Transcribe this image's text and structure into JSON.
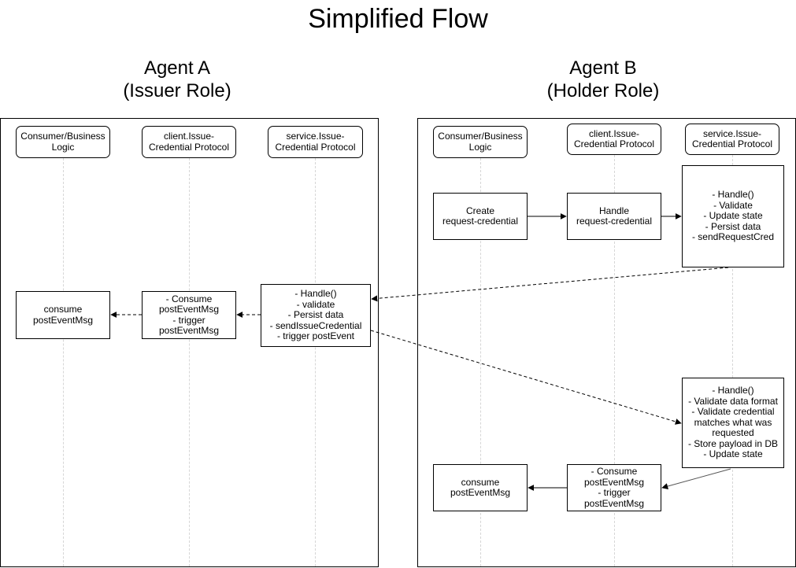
{
  "title": "Simplified Flow",
  "agent_a": {
    "heading": "Agent A\n(Issuer Role)",
    "headers": [
      "Consumer/Business\nLogic",
      "client.Issue-\nCredential Protocol",
      "service.Issue-\nCredential Protocol"
    ],
    "consume_box": "consume\npostEventMsg",
    "client_box": "- Consume\npostEventMsg\n- trigger\npostEventMsg",
    "service_box": "- Handle()\n- validate\n- Persist data\n- sendIssueCredential\n- trigger postEvent"
  },
  "agent_b": {
    "heading": "Agent B\n(Holder Role)",
    "headers": [
      "Consumer/Business\nLogic",
      "client.Issue-\nCredential Protocol",
      "service.Issue-\nCredential Protocol"
    ],
    "create_box": "Create\nrequest-credential",
    "handle_box": "Handle\nrequest-credential",
    "service_request_box": "- Handle()\n- Validate\n- Update state\n- Persist data\n- sendRequestCred",
    "service_issue_box": "- Handle()\n- Validate data format\n- Validate credential\nmatches what was\nrequested\n- Store payload in DB\n- Update state",
    "client_box": "- Consume\npostEventMsg\n- trigger\npostEventMsg",
    "consume_box": "consume\npostEventMsg"
  }
}
